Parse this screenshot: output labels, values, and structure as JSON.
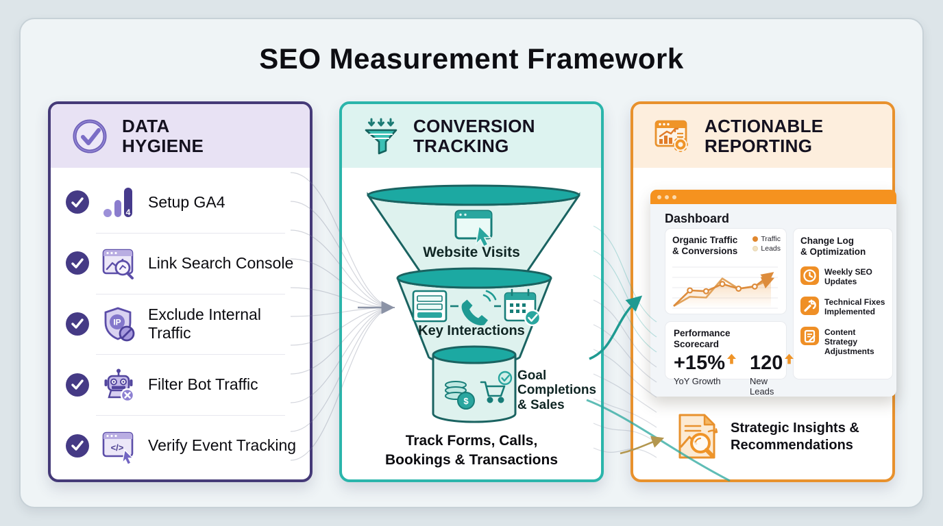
{
  "title": "SEO Measurement Framework",
  "colors": {
    "purple": "#453a78",
    "teal": "#2bb5ab",
    "orange": "#e8912d",
    "titlebar_orange": "#f5921f"
  },
  "icon_glyphs": {
    "ga4": "4",
    "ip": "IP",
    "code": "</>",
    "dollar": "$"
  },
  "hygiene": {
    "title_line1": "DATA",
    "title_line2": "HYGIENE",
    "items": [
      {
        "label": "Setup GA4",
        "icon": "ga4-icon"
      },
      {
        "label": "Link Search Console",
        "icon": "search-console-icon"
      },
      {
        "label": "Exclude Internal Traffic",
        "icon": "ip-shield-icon"
      },
      {
        "label": "Filter Bot Traffic",
        "icon": "robot-icon"
      },
      {
        "label": "Verify Event Tracking",
        "icon": "event-code-icon"
      }
    ]
  },
  "conversion": {
    "title_line1": "CONVERSION",
    "title_line2": "TRACKING",
    "stages": [
      {
        "label": "Website Visits"
      },
      {
        "label": "Key Interactions"
      },
      {
        "label": "Goal Completions & Sales"
      }
    ],
    "caption_line1": "Track Forms, Calls,",
    "caption_line2": "Bookings & Transactions"
  },
  "reporting": {
    "title_line1": "ACTIONABLE",
    "title_line2": "REPORTING",
    "dashboard_title": "Dashboard",
    "traffic_card": {
      "title_line1": "Organic Traffic",
      "title_line2": "& Conversions",
      "legend": [
        {
          "label": "Traffic",
          "color": "#e0872e"
        },
        {
          "label": "Leads",
          "color": "#f2e3c3"
        }
      ]
    },
    "changelog_card": {
      "title_line1": "Change Log",
      "title_line2": "& Optimization",
      "items": [
        {
          "line1": "Weekly SEO",
          "line2": "Updates",
          "icon": "clock-icon"
        },
        {
          "line1": "Technical Fixes",
          "line2": "Implemented",
          "icon": "wrench-icon"
        },
        {
          "line1": "Content Strategy",
          "line2": "Adjustments",
          "icon": "notes-icon"
        }
      ]
    },
    "scorecard": {
      "title": "Performance Scorecard",
      "metrics": [
        {
          "value": "+15%",
          "label": "YoY Growth"
        },
        {
          "value": "120",
          "label": "New Leads"
        }
      ]
    },
    "insights": {
      "line1": "Strategic Insights &",
      "line2": "Recommendations"
    }
  },
  "chart_data": {
    "type": "line",
    "title": "Organic Traffic & Conversions",
    "x": [
      0,
      1,
      2,
      3,
      4,
      5,
      6
    ],
    "series": [
      {
        "name": "Traffic",
        "color": "#dd8c3c",
        "markers": true,
        "values": [
          5,
          42,
          40,
          57,
          46,
          51,
          80
        ]
      },
      {
        "name": "Leads",
        "color": "#e2a35c",
        "markers": false,
        "values": [
          5,
          27,
          25,
          70,
          46,
          52,
          68
        ]
      }
    ],
    "ylim": [
      0,
      100
    ],
    "grid": true,
    "area_fill": true,
    "legend_position": "top-right"
  }
}
